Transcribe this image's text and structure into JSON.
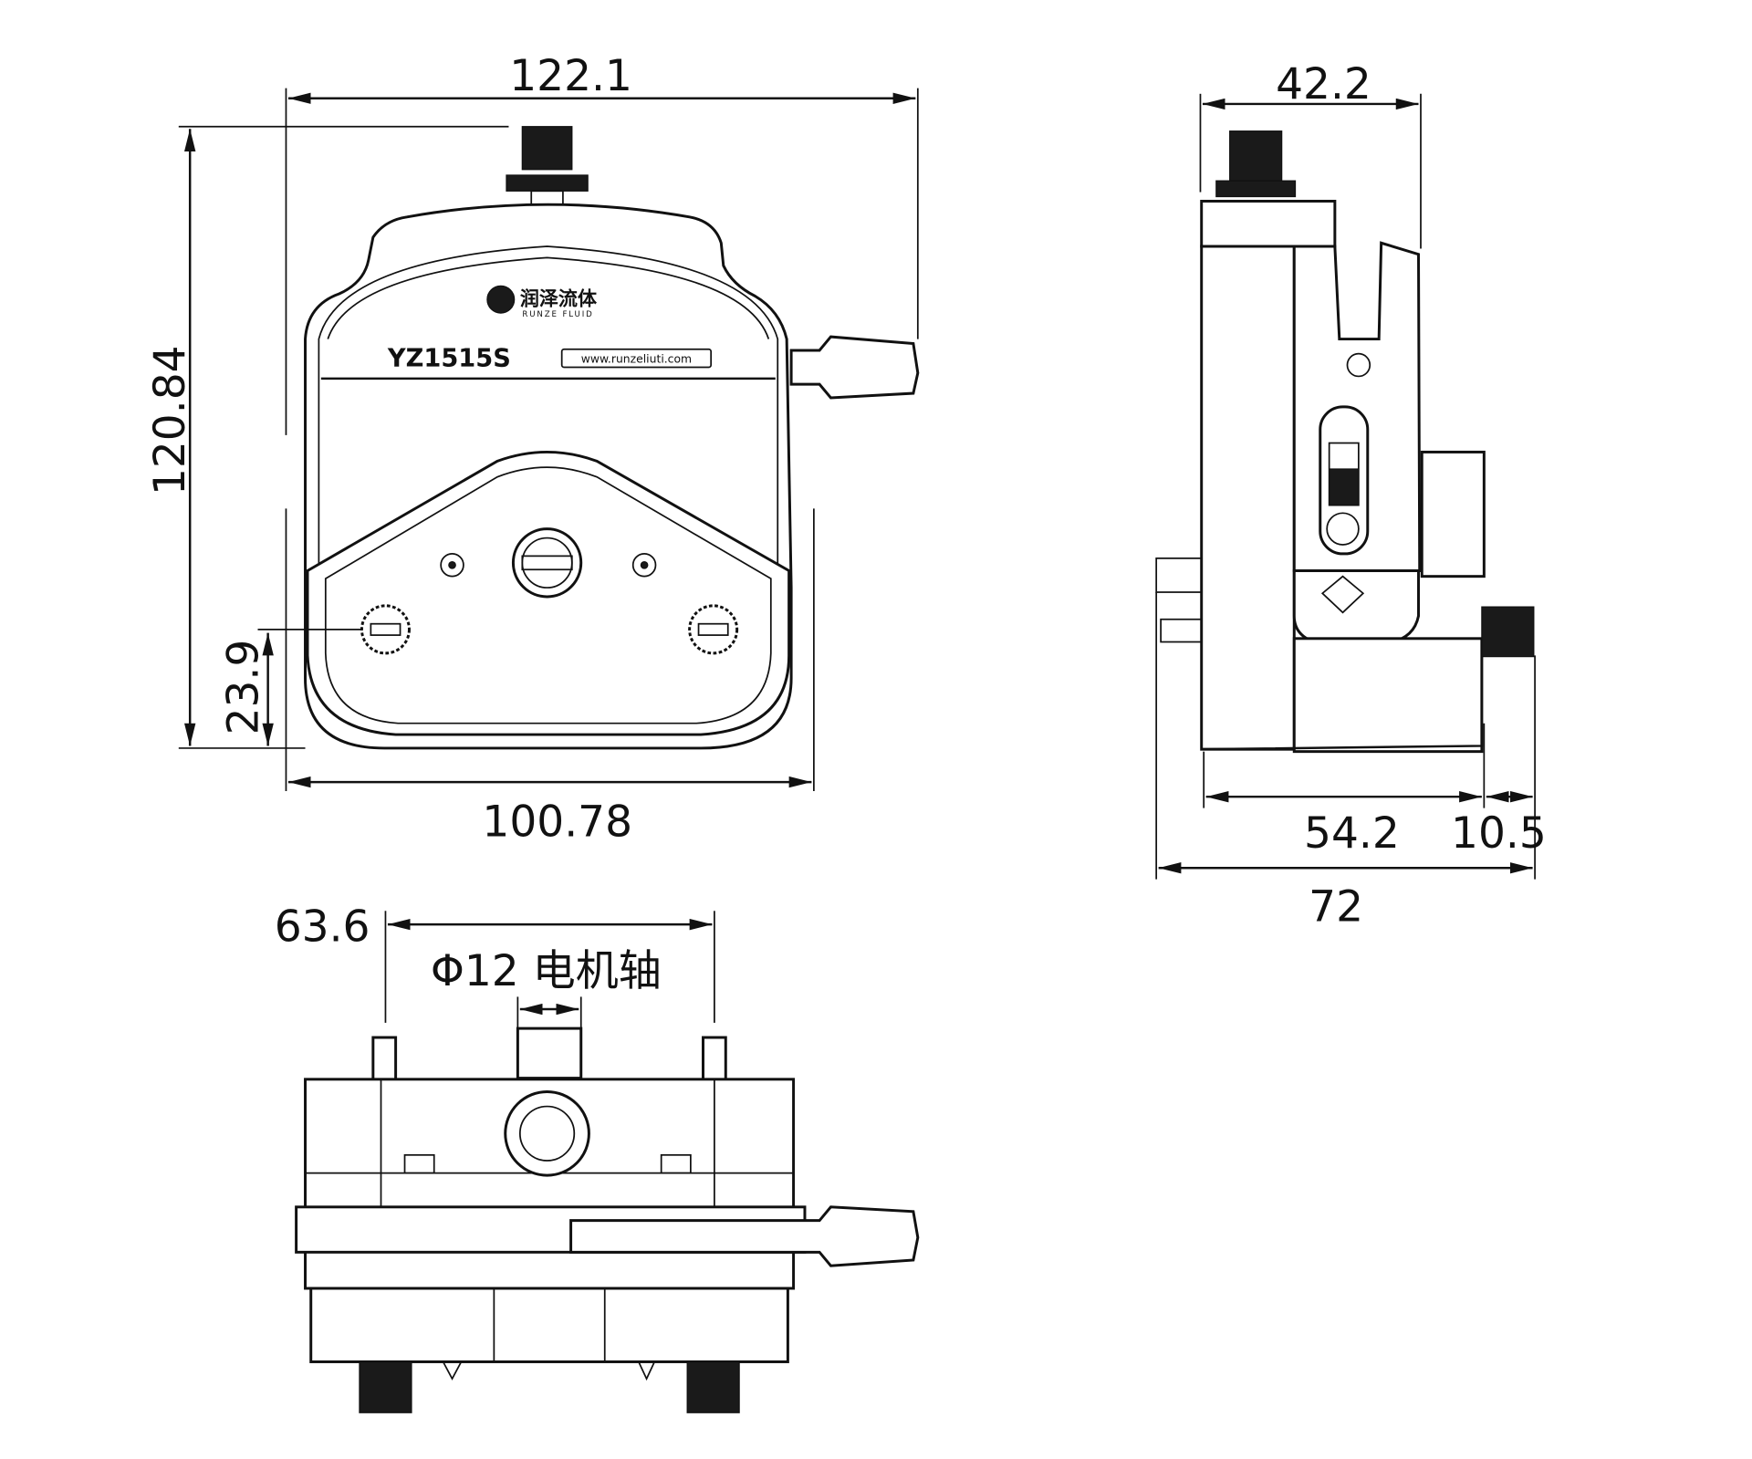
{
  "front_view": {
    "brand_cn": "润泽流体",
    "brand_en": "RUNZE FLUID",
    "model": "YZ1515S",
    "website": "www.runzeliuti.com",
    "dim_width_top": "122.1",
    "dim_height": "120.84",
    "dim_shaft_height": "23.9",
    "dim_width_bottom": "100.78"
  },
  "side_view": {
    "dim_top": "42.2",
    "dim_body": "54.2",
    "dim_knob": "10.5",
    "dim_total": "72"
  },
  "bottom_view": {
    "dim_mount": "63.6",
    "shaft_label": "Φ12 电机轴"
  },
  "colors": {
    "line": "#111111",
    "background": "#ffffff"
  }
}
